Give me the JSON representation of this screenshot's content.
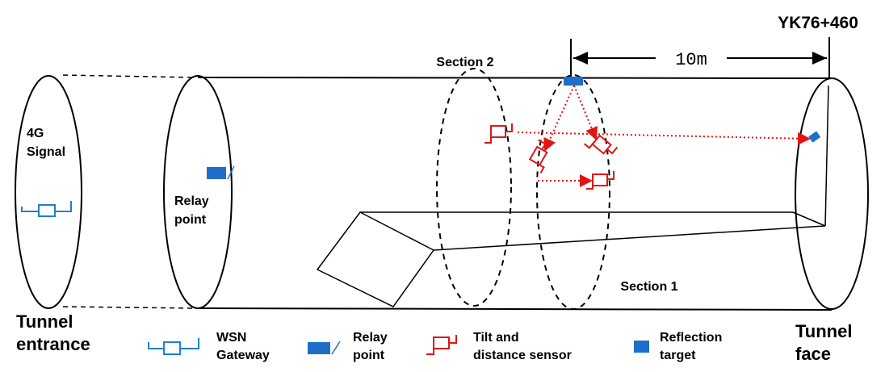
{
  "labels": {
    "chainage": "YK76+460",
    "distance": "10m",
    "section2": "Section 2",
    "section1": "Section 1",
    "signal_line1": "4G",
    "signal_line2": "Signal",
    "relay_line1": "Relay",
    "relay_line2": "point",
    "entrance_line1": "Tunnel",
    "entrance_line2": "entrance",
    "face_line1": "Tunnel",
    "face_line2": "face"
  },
  "legend": [
    {
      "icon": "wsn-gateway-icon",
      "line1": "WSN",
      "line2": "Gateway"
    },
    {
      "icon": "relay-point-icon",
      "line1": "Relay",
      "line2": "point"
    },
    {
      "icon": "tilt-distance-sensor-icon",
      "line1": "Tilt and",
      "line2": "distance sensor"
    },
    {
      "icon": "reflection-target-icon",
      "line1": "Reflection",
      "line2": "target"
    }
  ],
  "colors": {
    "gateway": "#1f7fd1",
    "relay": "#1e6fc9",
    "sensor": "#e11414",
    "target": "#1e6fc9",
    "line": "#000000"
  }
}
